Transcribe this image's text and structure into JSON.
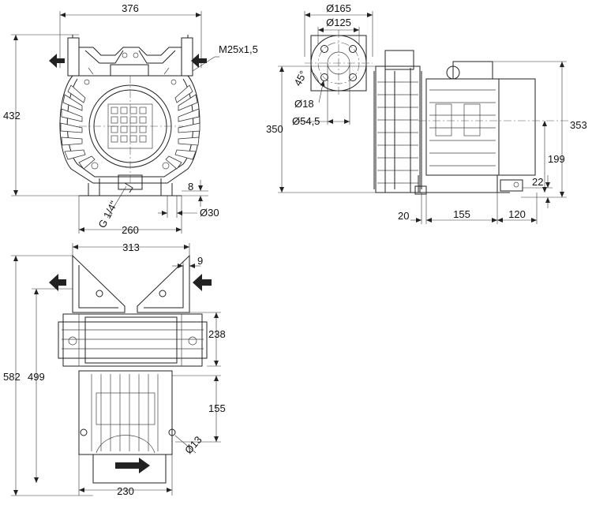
{
  "front_view": {
    "width_label": "376",
    "height_label": "432",
    "thread_label": "M25x1,5",
    "base_width_label": "260",
    "foot_thickness_label": "8",
    "foot_hole_label": "Ø30",
    "drain_label": "G 1/4\""
  },
  "side_view": {
    "flange_outer_label": "Ø165",
    "flange_bolt_circle_label": "Ø125",
    "bolt_angle_label": "45°",
    "bolt_hole_label": "Ø18",
    "bore_label": "Ø54,5",
    "height_left_label": "350",
    "height_right_label": "353",
    "axis_height_label": "199",
    "foot_height_label": "22",
    "offset_label": "20",
    "foot_spacing_label": "155",
    "rear_offset_label": "120"
  },
  "top_view": {
    "width_label": "313",
    "flange_offset_label": "9",
    "total_length_label": "582",
    "length_label": "499",
    "body_label": "238",
    "foot_spacing_label": "155",
    "foot_hole_label": "Ø13",
    "base_width_label": "230"
  }
}
